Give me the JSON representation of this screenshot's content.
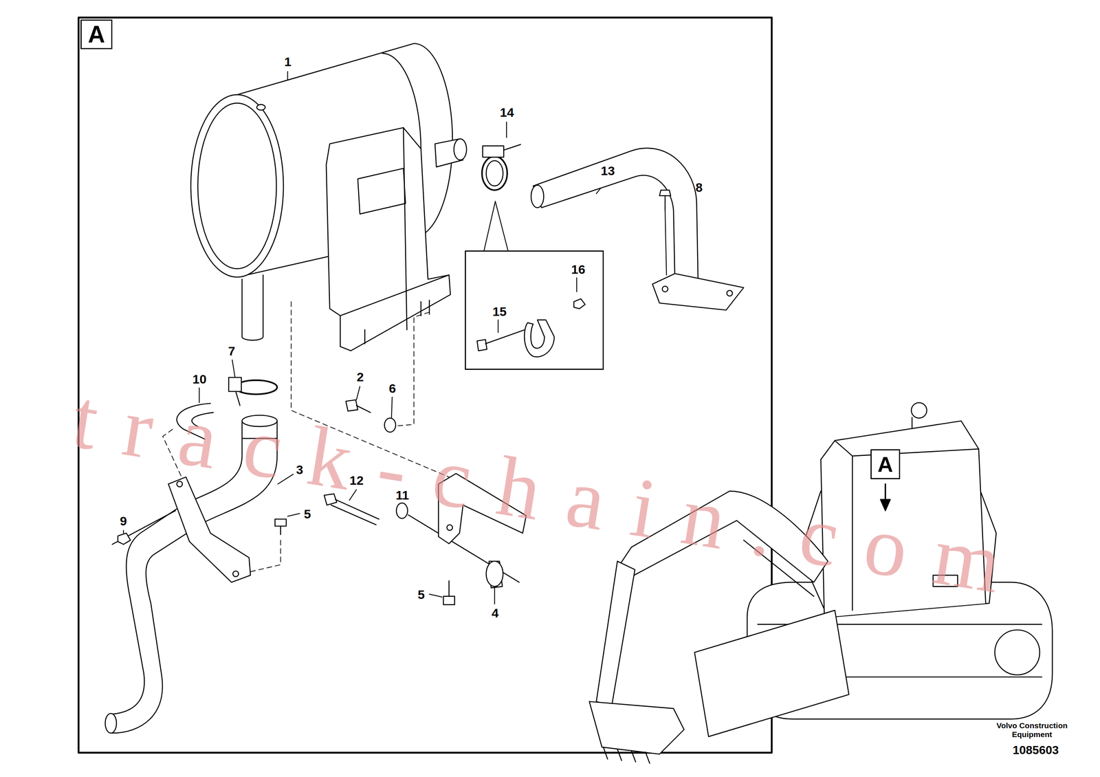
{
  "diagram": {
    "nodes": [
      {
        "text": [
          "A"
        ]
      },
      {
        "text": [
          "15",
          "16"
        ]
      },
      {
        "text": [
          "A"
        ]
      }
    ],
    "labels": [
      "1",
      "14",
      "13",
      "8",
      "7",
      "10",
      "2",
      "6",
      "3",
      "12",
      "11",
      "5",
      "9",
      "5",
      "4",
      "track-chain.com",
      "Volvo Construction Equipment",
      "1085603"
    ]
  }
}
